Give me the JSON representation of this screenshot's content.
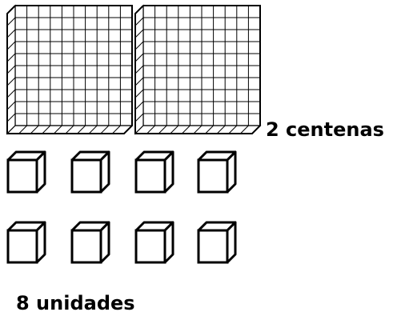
{
  "diagram": {
    "hundreds": {
      "count": 2,
      "label": "2 centenas"
    },
    "units": {
      "count": 8,
      "label": "8 unidades"
    },
    "colors": {
      "stroke": "#000000",
      "face": "#ffffff"
    }
  }
}
